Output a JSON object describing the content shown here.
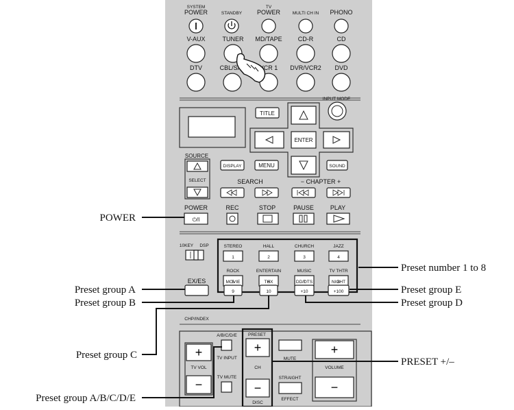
{
  "remote": {
    "top_labels": {
      "system_power": [
        "SYSTEM",
        "POWER"
      ],
      "standby": "STANDBY",
      "tv_power": [
        "TV",
        "POWER"
      ],
      "multi_ch_in": "MULTI CH IN",
      "phono": "PHONO",
      "v_aux": "V-AUX",
      "tuner": "TUNER",
      "md_tape": "MD/TAPE",
      "cd_r": "CD-R",
      "cd": "CD",
      "dtv": "DTV",
      "cbl_sat": "CBL/SAT",
      "vcr1": "VCR 1",
      "dvr_vcr2": "DVR/VCR2",
      "dvd": "DVD"
    },
    "input_mode": "INPUT MODE",
    "title": "TITLE",
    "enter": "ENTER",
    "source": "SOURCE",
    "select": "SELECT",
    "display": "DISPLAY",
    "menu": "MENU",
    "sound": "SOUND",
    "search": "SEARCH",
    "chapter": "−  CHAPTER  +",
    "power": "POWER",
    "power_symbol": "⏻/I",
    "rec": "REC",
    "stop": "STOP",
    "pause": "PAUSE",
    "play": "PLAY",
    "tenkey": "10KEY",
    "dsp": "DSP",
    "presets": [
      {
        "name": "STEREO",
        "num": "1"
      },
      {
        "name": "HALL",
        "num": "2"
      },
      {
        "name": "CHURCH",
        "num": "3"
      },
      {
        "name": "JAZZ",
        "num": "4"
      },
      {
        "name": "ROCK",
        "num": "5"
      },
      {
        "name": "ENTERTAIN",
        "num": "6"
      },
      {
        "name": "MUSIC",
        "num": "7"
      },
      {
        "name": "TV THTR",
        "num": "8"
      }
    ],
    "bottom_row": [
      {
        "name": "EX/ES",
        "key": ""
      },
      {
        "name": "MOVIE",
        "key": "9"
      },
      {
        "name": "THX",
        "key": "10"
      },
      {
        "name": "DD/DTS",
        "key": "+10"
      },
      {
        "name": "NIGHT",
        "key": "+100"
      }
    ],
    "chp_index": "CHP/INDEX",
    "abcde": "A/B/C/D/E",
    "tv_input": "TV INPUT",
    "tv_vol": "TV VOL",
    "tv_mute": "TV MUTE",
    "preset": "PRESET",
    "ch": "CH",
    "disc": "DISC",
    "mute": "MUTE",
    "straight": "STRAIGHT",
    "effect": "EFFECT",
    "volume": "VOLUME",
    "plus": "+",
    "minus": "−"
  },
  "callouts": {
    "power": "POWER",
    "preset_number": "Preset number 1 to 8",
    "group_a": "Preset group A",
    "group_b": "Preset group B",
    "group_c": "Preset group C",
    "group_d": "Preset group D",
    "group_e": "Preset group E",
    "preset_pm": "PRESET +/–",
    "group_abcde": "Preset group A/B/C/D/E"
  }
}
